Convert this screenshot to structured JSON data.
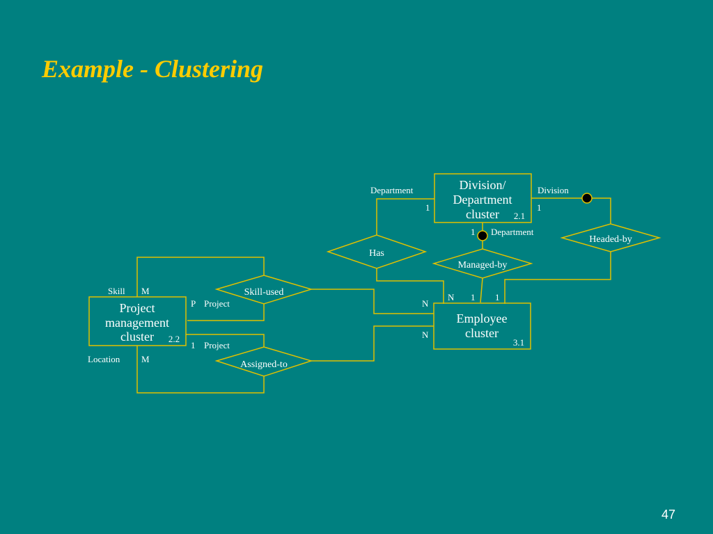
{
  "slide": {
    "title": "Example - Clustering",
    "page_number": "47"
  },
  "colors": {
    "background": "#008080",
    "title": "#FFCC00",
    "lines": "#E0C000",
    "text": "#FFFFFF",
    "marker_dot": "#000000"
  },
  "entities": {
    "division": {
      "lines": [
        "Division/",
        "Department",
        "cluster"
      ],
      "number": "2.1"
    },
    "employee": {
      "lines": [
        "Employee",
        "cluster"
      ],
      "number": "3.1"
    },
    "project": {
      "lines": [
        "Project",
        "management",
        "cluster"
      ],
      "number": "2.2"
    }
  },
  "relationships": {
    "has": "Has",
    "managed_by": "Managed-by",
    "headed_by": "Headed-by",
    "skill_used": "Skill-used",
    "assigned_to": "Assigned-to"
  },
  "labels": {
    "department_role": "Department",
    "division_role": "Division",
    "department_role_2": "Department",
    "card_has_division": "1",
    "card_headed_division": "1",
    "card_managed_division": "1",
    "card_emp_n_top": "N",
    "card_emp_1_mid": "1",
    "card_emp_1_right": "1",
    "card_emp_n_left1": "N",
    "card_emp_n_left2": "N",
    "skill_role": "Skill",
    "skill_card": "M",
    "p_card": "P",
    "project_role_1": "Project",
    "one_card": "1",
    "project_role_2": "Project",
    "location_role": "Location",
    "location_card": "M"
  }
}
